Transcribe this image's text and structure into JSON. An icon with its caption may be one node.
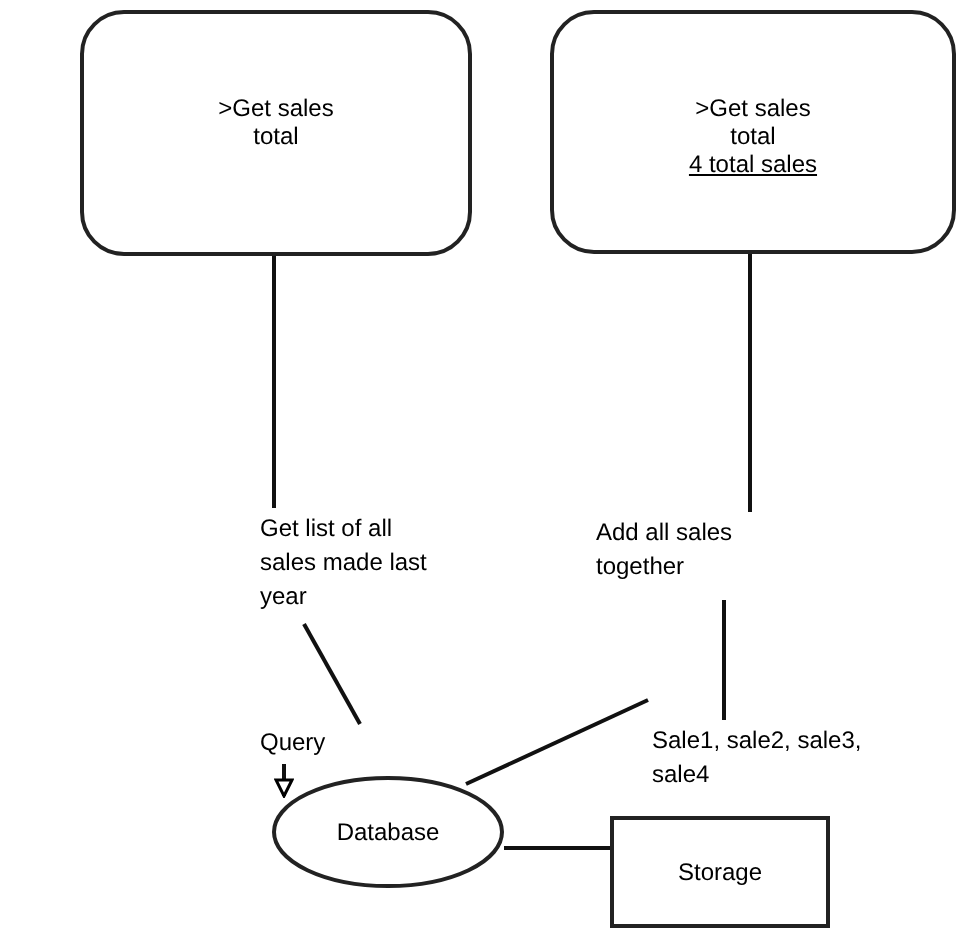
{
  "diagram": {
    "nodes": [
      {
        "text": [
          ">Get sales total"
        ]
      },
      {
        "text": [
          ">Get sales total",
          "4 total sales"
        ]
      },
      {
        "text": [
          "Get list of all sales made last year"
        ]
      },
      {
        "text": [
          "Add all sales together"
        ]
      },
      {
        "text": [
          "Query"
        ]
      },
      {
        "text": [
          "Database"
        ]
      },
      {
        "text": [
          "Sale1, sale2, sale3, sale4"
        ]
      },
      {
        "text": [
          "Storage"
        ]
      }
    ],
    "edges": [
      {
        "from": 0,
        "to": 2,
        "arrow": "none"
      },
      {
        "from": 1,
        "to": 3,
        "arrow": "none"
      },
      {
        "from": 2,
        "to": 4,
        "arrow": "none"
      },
      {
        "from": 4,
        "to": 5,
        "arrow": "to"
      },
      {
        "from": 3,
        "to": 6,
        "arrow": "none"
      },
      {
        "from": 6,
        "to": 5,
        "arrow": "none"
      },
      {
        "from": 5,
        "to": 7,
        "arrow": "none"
      }
    ]
  }
}
